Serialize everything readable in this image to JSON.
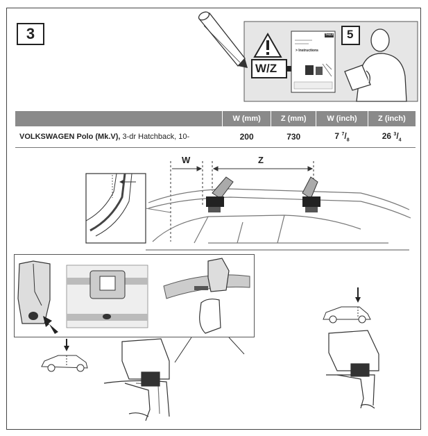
{
  "step": {
    "number": "3"
  },
  "instructions_box": {
    "label": "W/Z",
    "page_ref": "5",
    "doc_title": "> Instructions",
    "doc_brand": "THULE"
  },
  "table": {
    "headers": [
      "",
      "W (mm)",
      "Z (mm)",
      "W (inch)",
      "Z (inch)"
    ],
    "row": {
      "vehicle_bold": "VOLKSWAGEN Polo (Mk.V),",
      "vehicle_detail": " 3-dr Hatchback, 10-",
      "w_mm": "200",
      "z_mm": "730",
      "w_inch_whole": "7",
      "w_inch_num": "7",
      "w_inch_den": "8",
      "z_inch_whole": "26",
      "z_inch_num": "3",
      "z_inch_den": "4"
    }
  },
  "dimension_labels": {
    "w": "W",
    "z": "Z"
  }
}
